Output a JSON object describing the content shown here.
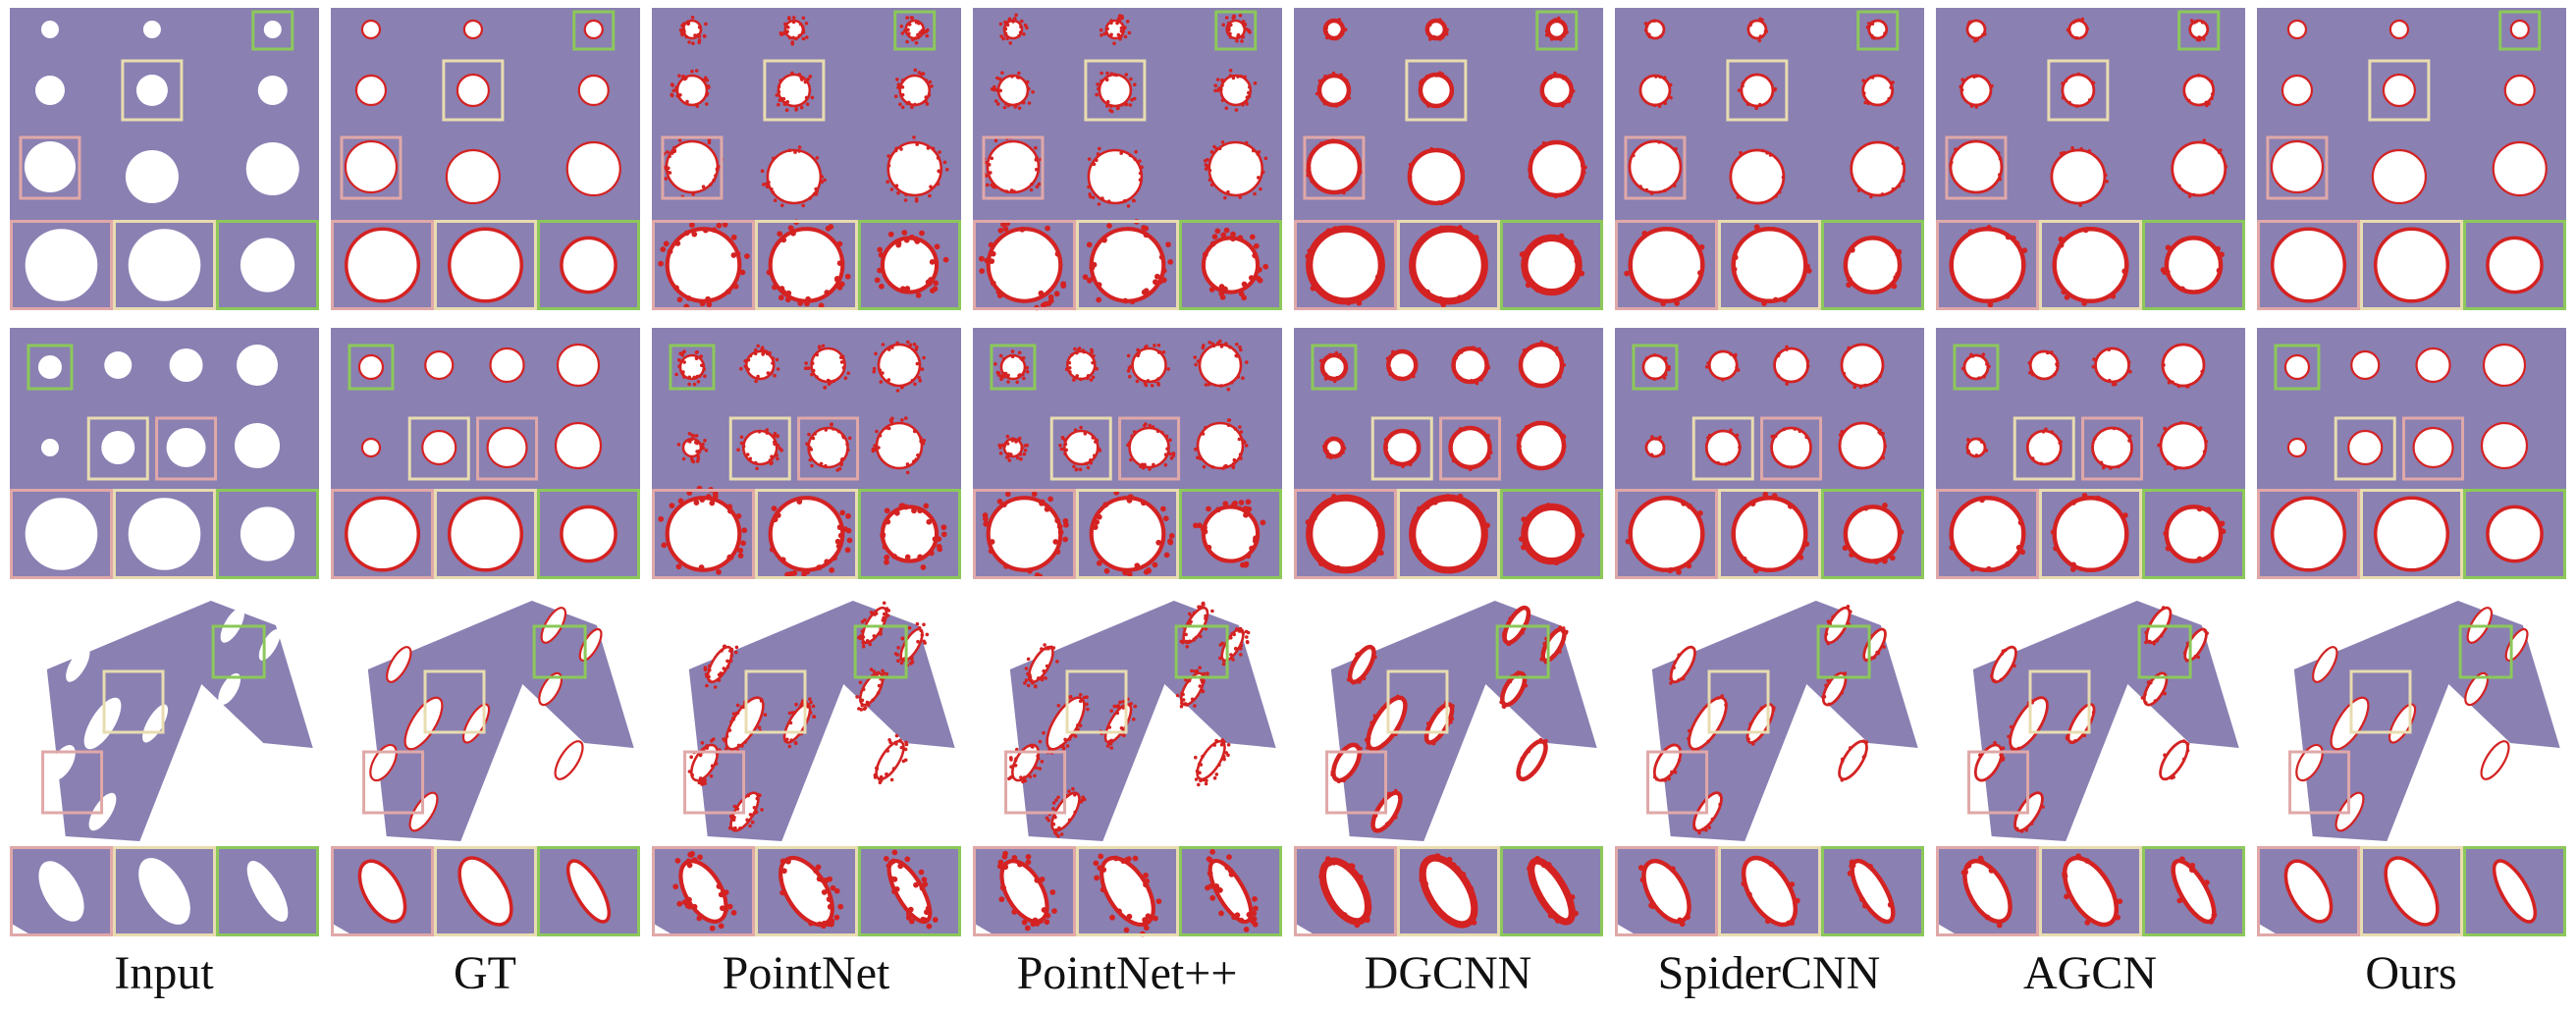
{
  "figure": {
    "methods": [
      "Input",
      "GT",
      "PointNet",
      "PointNet++",
      "DGCNN",
      "SpiderCNN",
      "AGCN",
      "Ours"
    ],
    "rows": [
      {
        "kind": "plate-3x3",
        "zoom_count": 3
      },
      {
        "kind": "plate-2x4",
        "zoom_count": 3
      },
      {
        "kind": "bent-plate",
        "zoom_count": 3
      }
    ],
    "colors": {
      "surface": "#8a80b2",
      "hole": "#ffffff",
      "boundary_points": "#d42222",
      "box_pink": "#e0a8a8",
      "box_beige": "#e8dcb0",
      "box_green": "#8cc85a"
    },
    "boundary_quality": {
      "Input": "none",
      "GT": "clean",
      "PointNet": "noisy",
      "PointNet++": "noisy",
      "DGCNN": "thick",
      "SpiderCNN": "medium",
      "AGCN": "medium",
      "Ours": "clean"
    }
  }
}
